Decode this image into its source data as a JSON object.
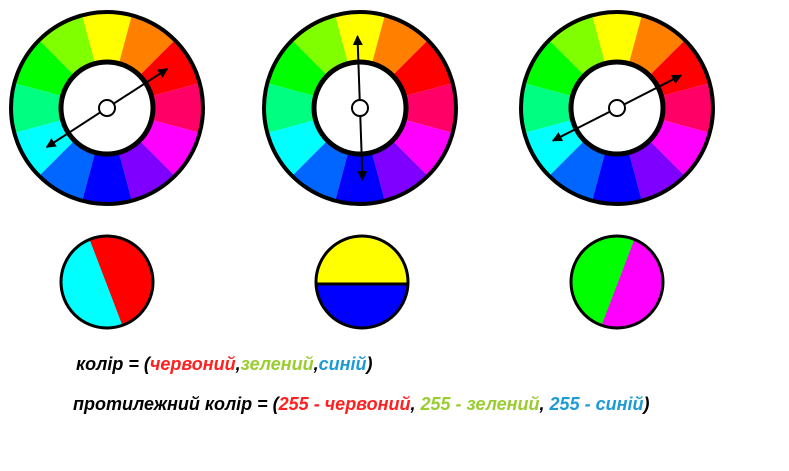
{
  "wheel_segments": [
    "#ffff00",
    "#ff8000",
    "#ff0000",
    "#ff0066",
    "#ff00ff",
    "#8000ff",
    "#0000ff",
    "#0066ff",
    "#00ffff",
    "#00ff80",
    "#00ff00",
    "#80ff00"
  ],
  "wheels": [
    {
      "arrow_angle_deg": -33
    },
    {
      "arrow_angle_deg": -92
    },
    {
      "arrow_angle_deg": 153
    }
  ],
  "swatches": [
    {
      "color_a": "#00ffff",
      "color_b": "#ff0000",
      "split": "diagonal-left"
    },
    {
      "color_a": "#ffff00",
      "color_b": "#0000ff",
      "split": "horizontal"
    },
    {
      "color_a": "#00ff00",
      "color_b": "#ff00ff",
      "split": "diagonal-right"
    }
  ],
  "formula_colors": {
    "black": "#000000",
    "red": "#ff2020",
    "green": "#9acd32",
    "blue": "#1e9ad6"
  },
  "formula_1": {
    "prefix": "колір = (",
    "red": "червоний",
    "comma1": ",",
    "green": "зелений",
    "comma2": ",",
    "blue": "синій",
    "suffix": ")"
  },
  "formula_2": {
    "prefix": "протилежний колір = (",
    "red": "255 - червоний",
    "comma1": ", ",
    "green": "255 -  зелений",
    "comma2": ", ",
    "blue": "255 - синій",
    "suffix": ")"
  }
}
